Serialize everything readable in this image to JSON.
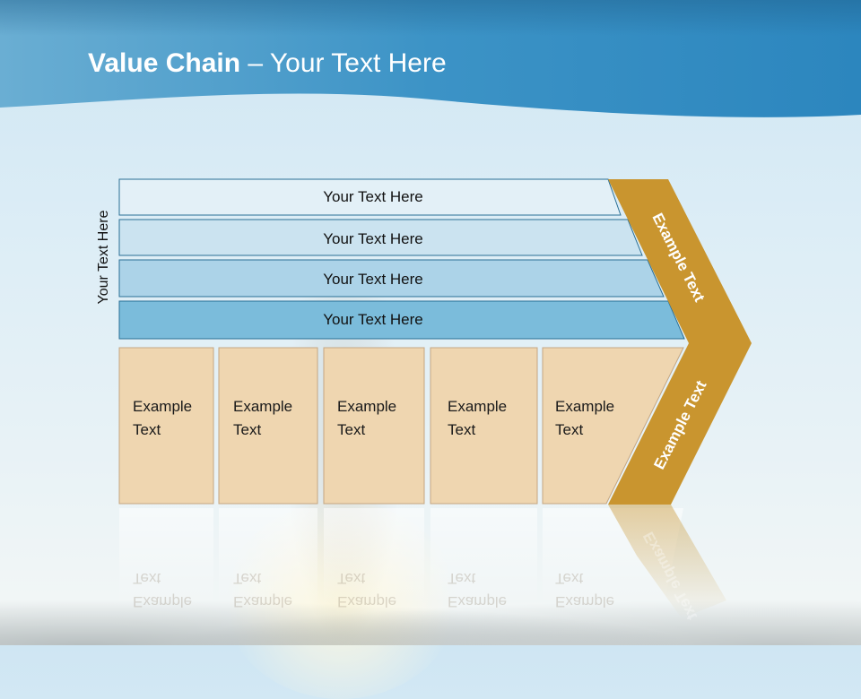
{
  "slide": {
    "title_bold": "Value Chain",
    "title_rest": " – Your Text Here",
    "side_label": "Your Text Here"
  },
  "support_bars": [
    {
      "label": "Your Text Here",
      "color": "#e3f0f7"
    },
    {
      "label": "Your Text Here",
      "color": "#cbe3f0"
    },
    {
      "label": "Your Text Here",
      "color": "#acd3e8"
    },
    {
      "label": "Your Text Here",
      "color": "#7bbcdb"
    }
  ],
  "primary_boxes": [
    {
      "line1": "Example",
      "line2": "Text"
    },
    {
      "line1": "Example",
      "line2": "Text"
    },
    {
      "line1": "Example",
      "line2": "Text"
    },
    {
      "line1": "Example",
      "line2": "Text"
    },
    {
      "line1": "Example",
      "line2": "Text"
    }
  ],
  "chevron": {
    "upper_text": "Example Text",
    "lower_text": "Example Text",
    "color": "#c9952f"
  },
  "colors": {
    "header": "#2b84ba",
    "box_fill": "#efd6b0",
    "box_stroke": "#c4a682",
    "bar_stroke": "#2a6f95"
  }
}
